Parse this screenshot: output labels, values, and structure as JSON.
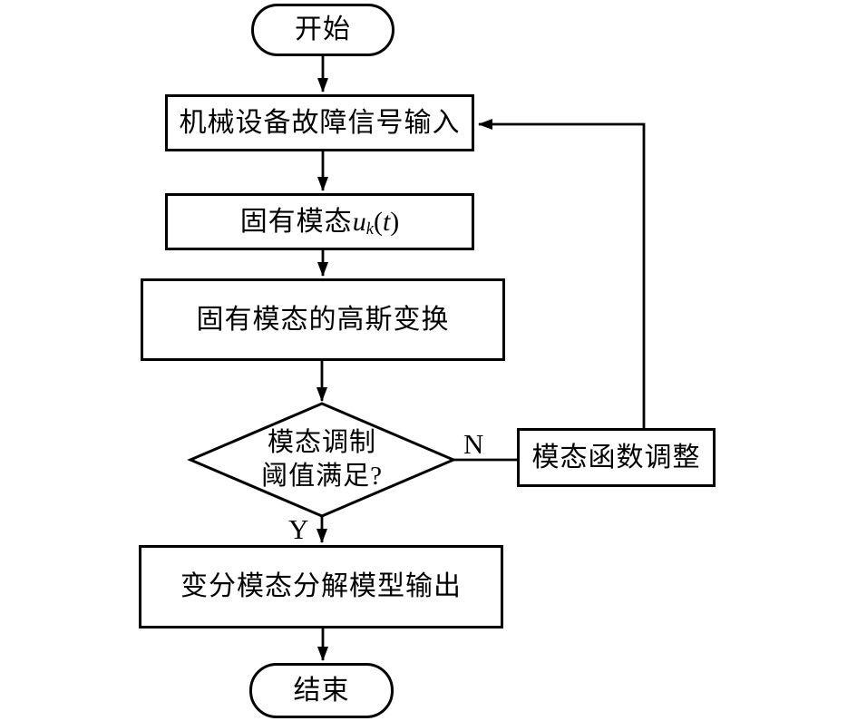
{
  "flowchart": {
    "background_color": "#ffffff",
    "stroke_color": "#000000",
    "nodes": {
      "start": {
        "label": "开始",
        "shape": "terminator"
      },
      "signal_input": {
        "label": "机械设备故障信号输入",
        "shape": "process"
      },
      "intrinsic_mode": {
        "prefix": "固有模态",
        "math": {
          "var": "u",
          "sub": "k",
          "open": "(",
          "arg": "t",
          "close": ")"
        },
        "shape": "process"
      },
      "gaussian_transform": {
        "label": "固有模态的高斯变换",
        "shape": "process"
      },
      "decision": {
        "line1": "模态调制",
        "line2": "阈值满足?",
        "shape": "decision"
      },
      "mode_adjust": {
        "label": "模态函数调整",
        "shape": "process"
      },
      "model_output": {
        "label": "变分模态分解模型输出",
        "shape": "process"
      },
      "end": {
        "label": "结束",
        "shape": "terminator"
      }
    },
    "edge_labels": {
      "no": "N",
      "yes": "Y"
    }
  }
}
